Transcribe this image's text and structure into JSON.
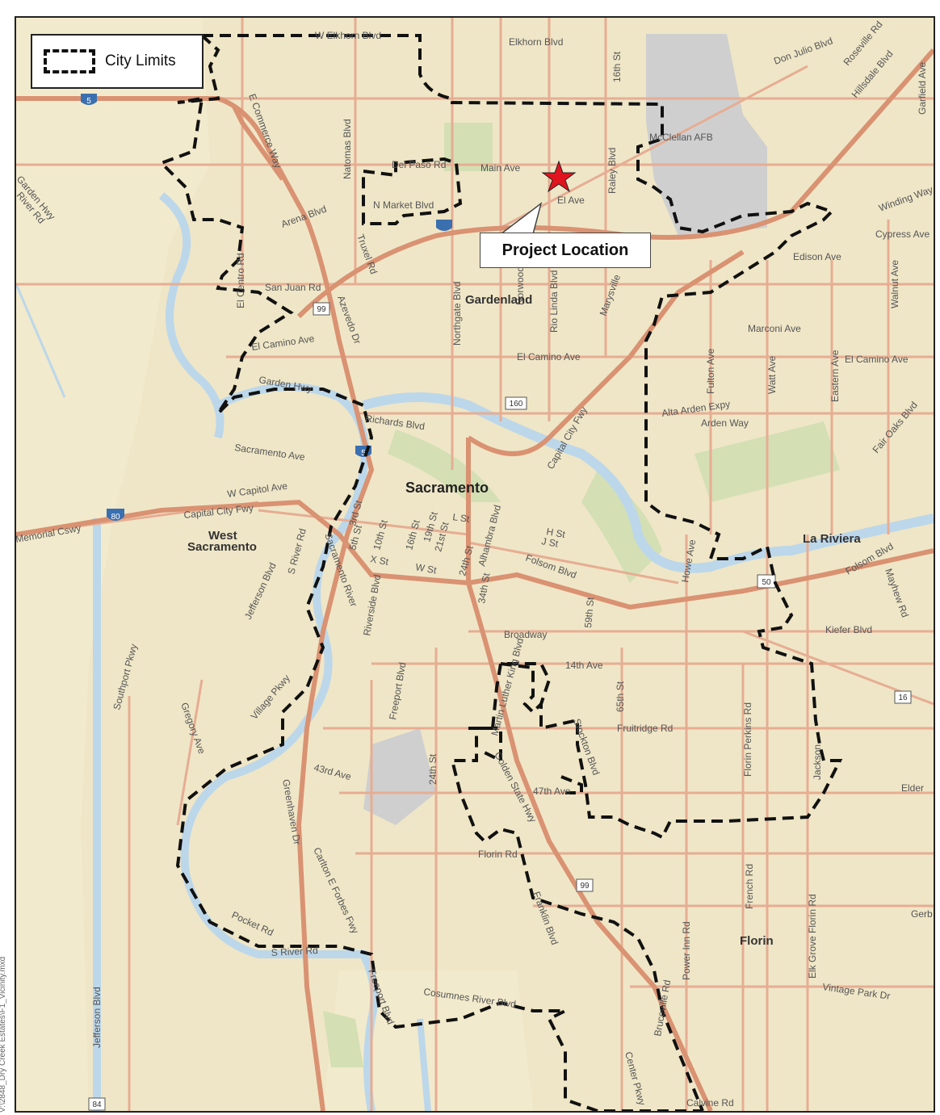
{
  "legend": {
    "city_limits_label": "City Limits"
  },
  "callout": {
    "project_location_label": "Project Location"
  },
  "file_note": "V:\\2848_Dry Creek Estates\\F1_Vicinity.mxd",
  "place_labels": {
    "sacramento": "Sacramento",
    "gardenland": "Gardenland",
    "west": "West",
    "sacramento_w": "Sacramento",
    "la_riviera": "La Riviera",
    "florin": "Florin",
    "mcclellan": "McClellan AFB"
  },
  "road_labels": {
    "elkhorn": "Elkhorn Blvd",
    "w_elkhorn": "W Elkhorn Blvd",
    "don_julio": "Don Julio Blvd",
    "roseville": "Roseville Rd",
    "hillsdale": "Hillsdale Blvd",
    "garfield": "Garfield Ave",
    "sixteenth": "16th St",
    "ecommerce": "E Commerce Way",
    "natomas": "Natomas Blvd",
    "raley": "Raley Blvd",
    "main": "Main Ave",
    "del_paso": "Del Paso Rd",
    "el_ave": "El Ave",
    "nmarket": "N Market Blvd",
    "arena": "Arena Blvd",
    "truxel": "Truxel Rd",
    "winding": "Winding Way",
    "cypress": "Cypress Ave",
    "edison": "Edison Ave",
    "el_centro": "El Centro Rd",
    "san_juan": "San Juan Rd",
    "azevedo": "Azevedo Dr",
    "northgate": "Northgate Blvd",
    "norwood": "Norwood",
    "rio_linda": "Rio Linda Blvd",
    "marysville": "Marysville",
    "walnut": "Walnut Ave",
    "marconi": "Marconi Ave",
    "el_camino_w": "El Camino Ave",
    "el_camino_c": "El Camino Ave",
    "el_camino_e": "El Camino Ave",
    "fulton": "Fulton Ave",
    "watt": "Watt Ave",
    "eastern": "Eastern Ave",
    "garden_hwy": "Garden Hwy",
    "garden_hwy_w": "Garden Hwy",
    "river_rd": "River Rd",
    "richards": "Richards Blvd",
    "capital_city_fwy": "Capital City Fwy",
    "alta_arden": "Alta Arden Expy",
    "arden_way": "Arden Way",
    "fair_oaks": "Fair Oaks Blvd",
    "sacramento_ave": "Sacramento Ave",
    "w_capitol": "W Capitol Ave",
    "capital_city_fwy_w": "Capital City Fwy",
    "memorial": "Memorial Cswy",
    "third": "3rd St",
    "fifth": "5th St",
    "tenth": "10th St",
    "sixteenth_s": "16th St",
    "nineteenth": "19th St",
    "twentyfirst": "21st St",
    "l_st": "L St",
    "alhambra": "Alhambra Blvd",
    "h_st": "H St",
    "j_st": "J St",
    "x_st": "X St",
    "w_st": "W St",
    "twentyfourth": "24th St",
    "thirtyfourth": "34th St",
    "folsom_blvd": "Folsom Blvd",
    "folsom_blvd_e": "Folsom Blvd",
    "howe": "Howe Ave",
    "mayhew": "Mayhew Rd",
    "jefferson": "Jefferson Blvd",
    "s_river": "S River Rd",
    "riverside": "Riverside Blvd",
    "sacramento_river": "Sacramento River",
    "fiftyninth": "59th St",
    "broadway": "Broadway",
    "kiefer": "Kiefer Blvd",
    "southport": "Southport Pkwy",
    "freeport": "Freeport Blvd",
    "fourteenth_ave": "14th Ave",
    "martin_luther": "Martin Luther King Blvd",
    "sixtyfifth": "65th St",
    "stockton": "Stockton Blvd",
    "village": "Village Pkwy",
    "gregory": "Gregory Ave",
    "fruitridge": "Fruitridge Rd",
    "florin_perkins": "Florin Perkins Rd",
    "jackson": "Jackson",
    "elder": "Elder",
    "fortythird": "43rd Ave",
    "twentyfourth_s": "24th St",
    "golden_state": "Golden State Hwy",
    "fortyseventh": "47th Ave",
    "greenhaven": "Greenhaven Dr",
    "florin_rd": "Florin Rd",
    "carlton": "Carlton E Forbes Fwy",
    "franklin": "Franklin Blvd",
    "french": "French Rd",
    "elk_grove_florin": "Elk Grove Florin Rd",
    "power_inn": "Power Inn Rd",
    "pocket": "Pocket Rd",
    "s_river_rd": "S River Rd",
    "bruceville": "Bruceville Rd",
    "vintage_park": "Vintage Park Dr",
    "gerber": "Gerb",
    "cosumnes": "Cosumnes River Blvd",
    "freeport_s": "Freeport Blvd",
    "center": "Center Pkwy",
    "jefferson_s": "Jefferson Blvd",
    "calvine": "Calvine Rd"
  },
  "shields": {
    "i5_north": "5",
    "i5_mid": "5",
    "i80": "80",
    "us50": "50",
    "sr99_north": "99",
    "sr99_south": "99",
    "sr160": "160",
    "sr16": "16",
    "sr84": "84"
  },
  "colors": {
    "land": "#efe6c7",
    "urban": "#ece3c2",
    "park": "#d4dfb4",
    "water": "#bcd7ea",
    "water_edge": "#8fb5d2",
    "highway": "#d99272",
    "arterial": "#e6ad93",
    "boundary": "#111111",
    "airbase": "#cfcfcf",
    "project_star": "#e0141e"
  }
}
